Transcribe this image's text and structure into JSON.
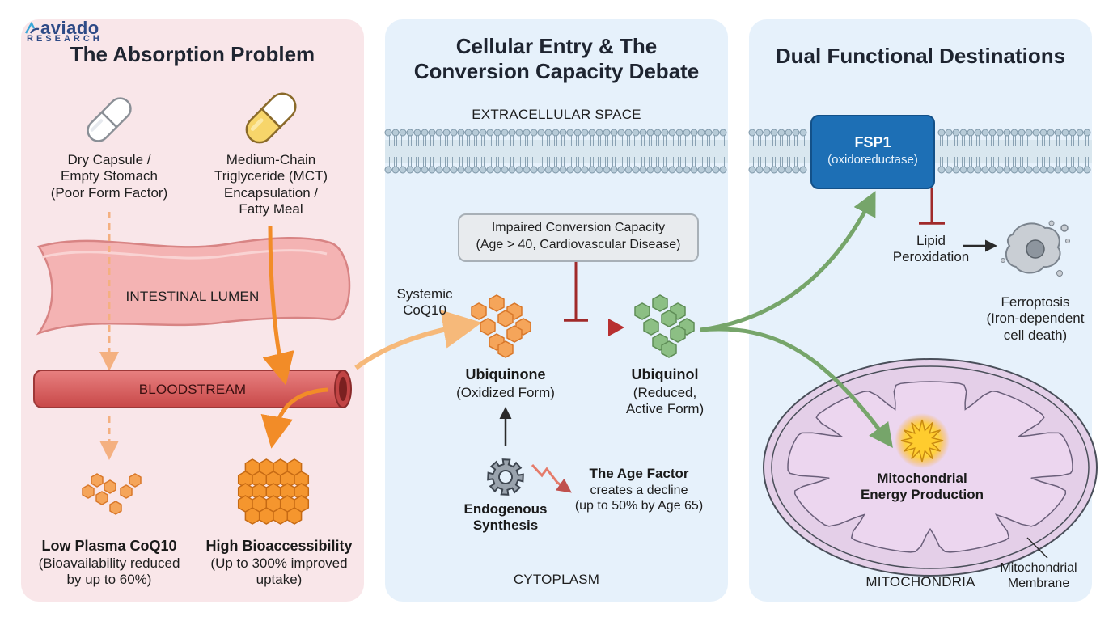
{
  "logo": {
    "name": "aviado",
    "sub": "RESEARCH"
  },
  "panel1": {
    "title": "The Absorption Problem",
    "dry_capsule": [
      "Dry Capsule /",
      "Empty Stomach",
      "(Poor Form Factor)"
    ],
    "mct": [
      "Medium-Chain",
      "Triglyceride (MCT)",
      "Encapsulation /",
      "Fatty Meal"
    ],
    "intestinal_lumen": "INTESTINAL LUMEN",
    "bloodstream": "BLOODSTREAM",
    "low_plasma": {
      "title": "Low Plasma CoQ10",
      "desc": [
        "(Bioavailability reduced",
        "by up to 60%)"
      ]
    },
    "high_bio": {
      "title": "High Bioaccessibility",
      "desc": [
        "(Up to 300% improved",
        "uptake)"
      ]
    }
  },
  "panel2": {
    "title": [
      "Cellular Entry & The",
      "Conversion Capacity Debate"
    ],
    "extracellular": "EXTRACELLULAR SPACE",
    "impaired": [
      "Impaired Conversion Capacity",
      "(Age > 40, Cardiovascular Disease)"
    ],
    "systemic": [
      "Systemic",
      "CoQ10"
    ],
    "ubiquinone": {
      "title": "Ubiquinone",
      "desc": "(Oxidized Form)"
    },
    "ubiquinol": {
      "title": "Ubiquinol",
      "desc": [
        "(Reduced,",
        "Active Form)"
      ]
    },
    "endogenous": [
      "Endogenous",
      "Synthesis"
    ],
    "age_factor": {
      "title": "The Age Factor",
      "desc": [
        "creates a decline",
        "(up to 50% by Age 65)"
      ]
    },
    "cytoplasm": "CYTOPLASM"
  },
  "panel3": {
    "title": "Dual Functional Destinations",
    "fsp1": {
      "name": "FSP1",
      "desc": "(oxidoreductase)"
    },
    "lipid": [
      "Lipid",
      "Peroxidation"
    ],
    "ferroptosis": [
      "Ferroptosis",
      "(Iron-dependent",
      "cell death)"
    ],
    "mito_energy": [
      "Mitochondrial",
      "Energy Production"
    ],
    "mitochondria": "MITOCHONDRIA",
    "mito_membrane": [
      "Mitochondrial",
      "Membrane"
    ]
  },
  "colors": {
    "orange": "#f28c28",
    "green": "#76a56a",
    "inhibit_red": "#a02a2a",
    "bloodstream": "#d95c5c",
    "intestine": "#f2a8a8",
    "membrane": "#b8cdd9",
    "fsp1": "#1d6fb5",
    "mito_fill": "#ecd6ef"
  },
  "icons": [
    "capsule-white-icon",
    "capsule-yellow-icon",
    "gear-icon",
    "zigzag-decline-icon",
    "starburst-icon",
    "dying-cell-icon",
    "hexagon-cluster-icon"
  ]
}
